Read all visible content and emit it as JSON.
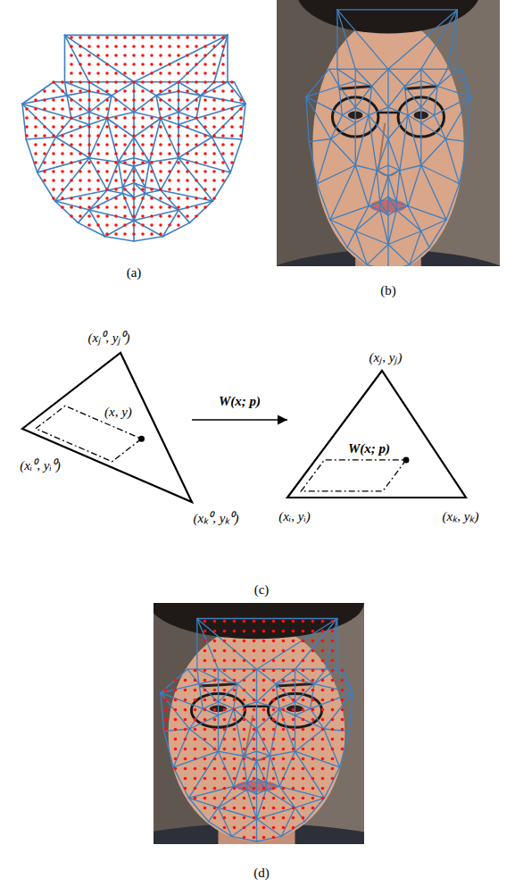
{
  "diagram": {
    "nodes": [
      {
        "text": [
          "(x, y)"
        ]
      },
      {
        "text": [
          "W(x; p)"
        ]
      }
    ],
    "edges": [
      {
        "from": 0,
        "to": 1,
        "arrow": "to",
        "label": "W(x; p)"
      }
    ],
    "labels": [
      "(a)",
      "(b)",
      "(xⱼ⁰, yⱼ⁰)",
      "(xⱼ, yⱼ)",
      "(xᵢ⁰, yᵢ⁰)",
      "(xₖ⁰, yₖ⁰)",
      "(xᵢ, yᵢ)",
      "(xₖ, yₖ)",
      "(c)",
      "(d)"
    ]
  }
}
